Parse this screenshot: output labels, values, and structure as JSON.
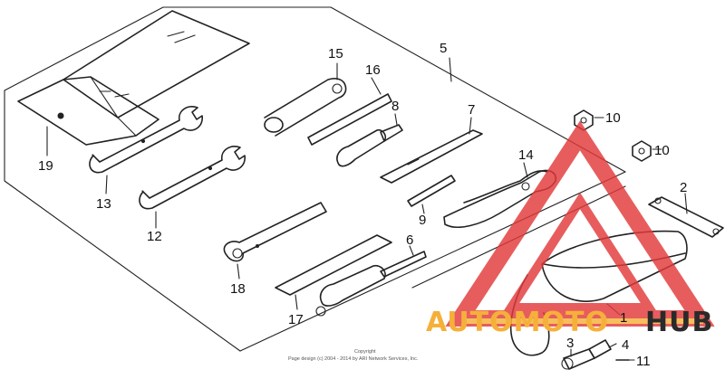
{
  "watermark": {
    "brand_left": "AUTOMOTO",
    "brand_right": "HUB",
    "color_red": "#e23a3a",
    "color_yellow": "#f5b03a",
    "color_dark": "#2a2a2a"
  },
  "copyright": {
    "line1": "Copyright",
    "line2": "Page design (c) 2004 - 2014 by ARI Network Services, Inc."
  },
  "callouts": {
    "c1": "1",
    "c2": "2",
    "c3": "3",
    "c4": "4",
    "c5": "5",
    "c6": "6",
    "c7": "7",
    "c8": "8",
    "c9": "9",
    "c10a": "10",
    "c10b": "10",
    "c11": "11",
    "c12": "12",
    "c13": "13",
    "c14": "14",
    "c15": "15",
    "c16": "16",
    "c17": "17",
    "c18": "18",
    "c19": "19"
  }
}
